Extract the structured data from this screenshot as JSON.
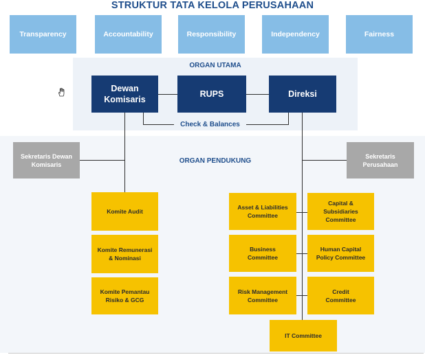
{
  "title": "STRUKTUR TATA KELOLA PERUSAHAAN",
  "principles": [
    "Transparency",
    "Accountability",
    "Responsibility",
    "Independency",
    "Fairness"
  ],
  "organ_utama": {
    "label": "ORGAN UTAMA",
    "dewan": [
      "Dewan",
      "Komisaris"
    ],
    "rups": "RUPS",
    "direksi": "Direksi",
    "check_balances": "Check & Balances"
  },
  "organ_pendukung": {
    "label": "ORGAN PENDUKUNG",
    "sekretaris_dewan": [
      "Sekretaris Dewan",
      "Komisaris"
    ],
    "sekretaris_perusahaan": [
      "Sekretaris",
      "Perusahaan"
    ],
    "komite_dewan": [
      [
        "Komite Audit"
      ],
      [
        "Komite Remunerasi",
        "& Nominasi"
      ],
      [
        "Komite Pemantau",
        "Risiko & GCG"
      ]
    ],
    "komite_direksi_left": [
      [
        "Asset & Liabilities",
        "Committee"
      ],
      [
        "Business",
        "Committee"
      ],
      [
        "Risk Management",
        "Committee"
      ]
    ],
    "komite_direksi_right": [
      [
        "Capital &",
        "Subsidiaries",
        "Committee"
      ],
      [
        "Human Capital",
        "Policy Committee"
      ],
      [
        "Credit",
        "Committee"
      ]
    ],
    "it_committee": "IT Committee"
  },
  "colors": {
    "title": "#1f4e8c",
    "principle_box": "#86bde6",
    "organ_box": "#163b73",
    "secretary_box": "#a8a8a8",
    "committee_box": "#f6c200"
  },
  "icons": {
    "cursor": "hand-cursor-icon"
  }
}
